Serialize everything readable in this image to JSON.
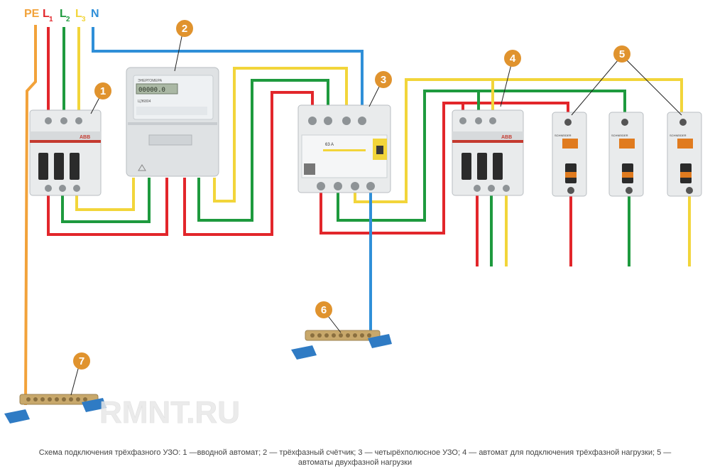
{
  "colors": {
    "pe": "#f2a23a",
    "l1": "#e2262b",
    "l2": "#1e9a3e",
    "l3": "#f2d53a",
    "n": "#2f8fd8",
    "marker": "#e0932e",
    "marker_text": "#ffffff",
    "device_body": "#e9ebec",
    "device_edge": "#b9bec2",
    "bus_base": "#2f7bc4",
    "bus_bar": "#c8a86b"
  },
  "phases": {
    "pe": "PE",
    "l1": "L",
    "l1_sub": "1",
    "l2": "L",
    "l2_sub": "2",
    "l3": "L",
    "l3_sub": "3",
    "n": "N"
  },
  "markers": [
    "1",
    "2",
    "3",
    "4",
    "5",
    "6",
    "7"
  ],
  "devices": {
    "input_breaker_brand": "ABB",
    "meter_brand": "ЭНЕРГОМЕРА",
    "meter_model": "ЦЭ6804",
    "meter_display": "00000.0",
    "rcd_rating": "63 A",
    "breaker4_brand": "ABB",
    "breaker5_brand": "SCHNEIDER"
  },
  "watermark": "RMNT.RU",
  "caption_line1": "Схема подключения трёхфазного УЗО: 1 —вводной автомат; 2 — трёхфазный счётчик; 3 — четырёхполюсное УЗО; 4 — автомат для подключения трёхфазной нагрузки; 5 —",
  "caption_line2": "автоматы двухфазной нагрузки"
}
